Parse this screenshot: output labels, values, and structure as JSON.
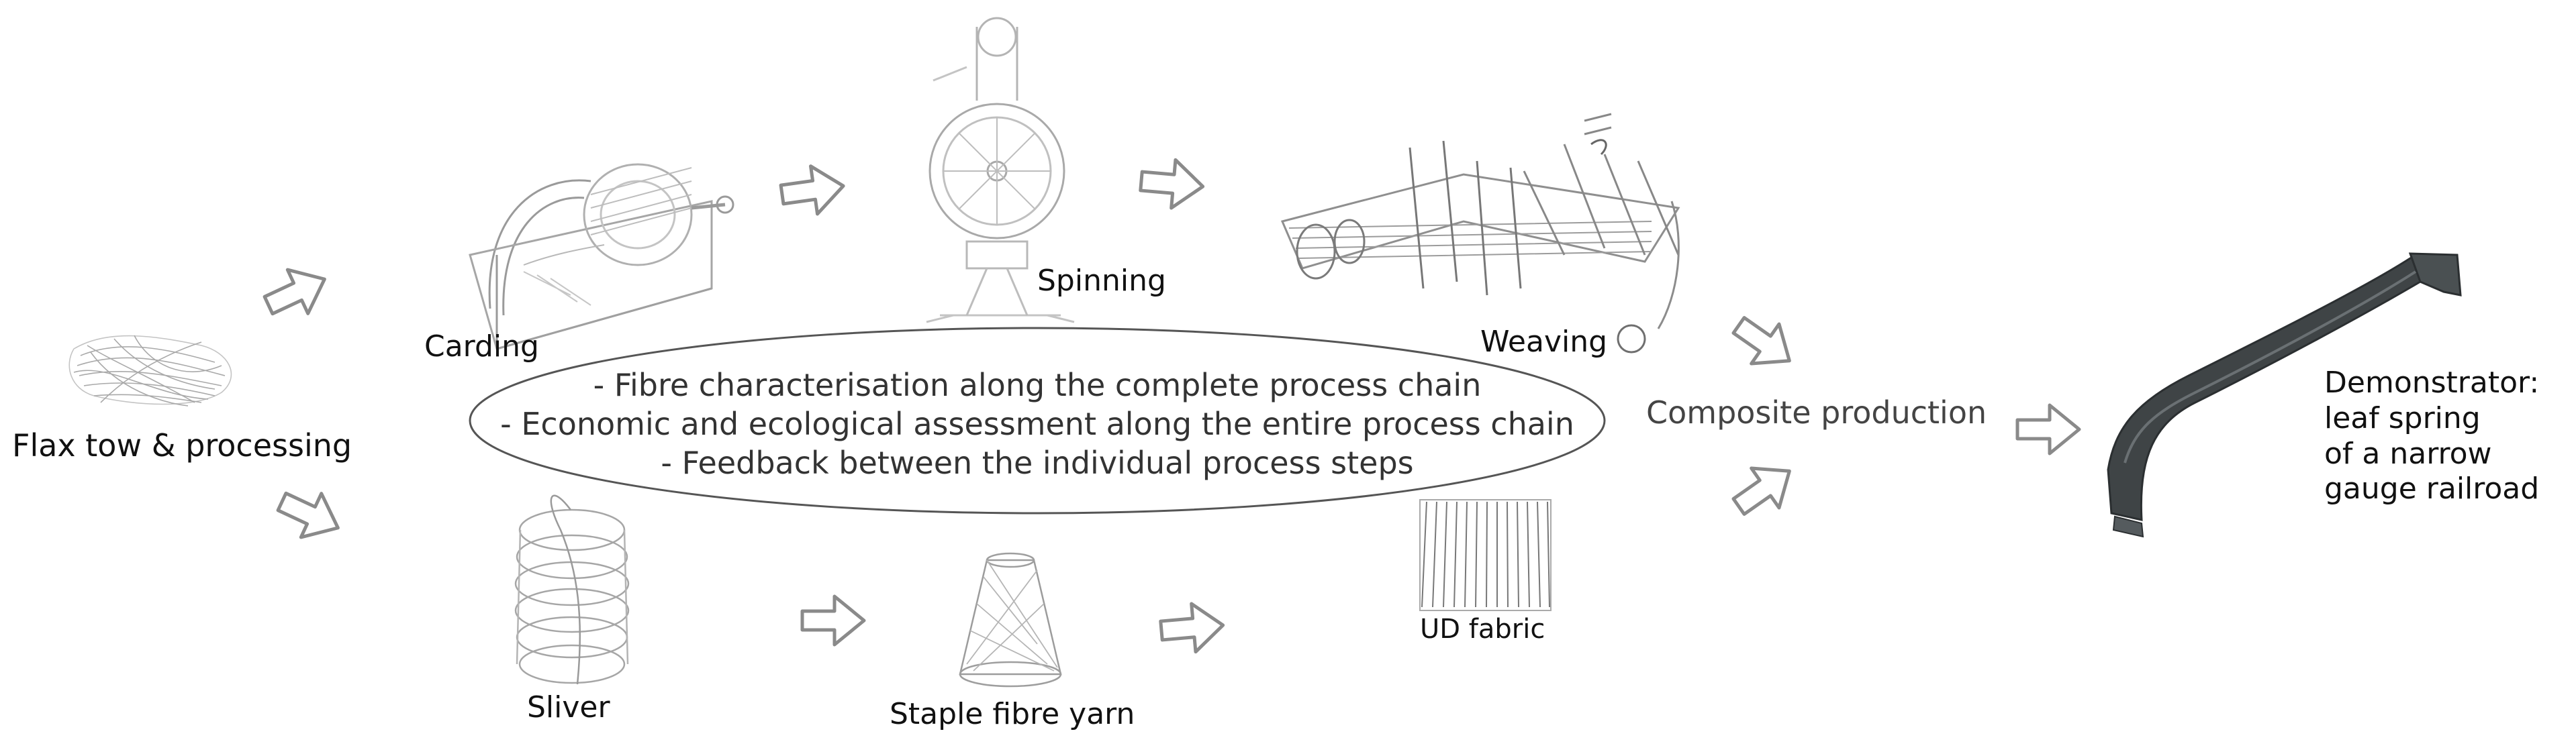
{
  "steps": {
    "flax": "Flax tow & processing",
    "carding": "Carding",
    "spinning": "Spinning",
    "weaving": "Weaving",
    "sliver": "Sliver",
    "yarn": "Staple fibre yarn",
    "ud_fabric": "UD fabric",
    "composite": "Composite production"
  },
  "notes": [
    "- Fibre characterisation along the complete process chain",
    "- Economic and ecological assessment along the entire process chain",
    "- Feedback between the individual process steps"
  ],
  "demonstrator": {
    "lines": [
      "Demonstrator:",
      "leaf spring",
      "of a narrow",
      "gauge railroad"
    ]
  },
  "colors": {
    "arrow_stroke": "#8a8a8a",
    "sketch_stroke": "#9a9a9a",
    "ellipse_stroke": "#555555",
    "leaf_spring": "#3f4446"
  }
}
